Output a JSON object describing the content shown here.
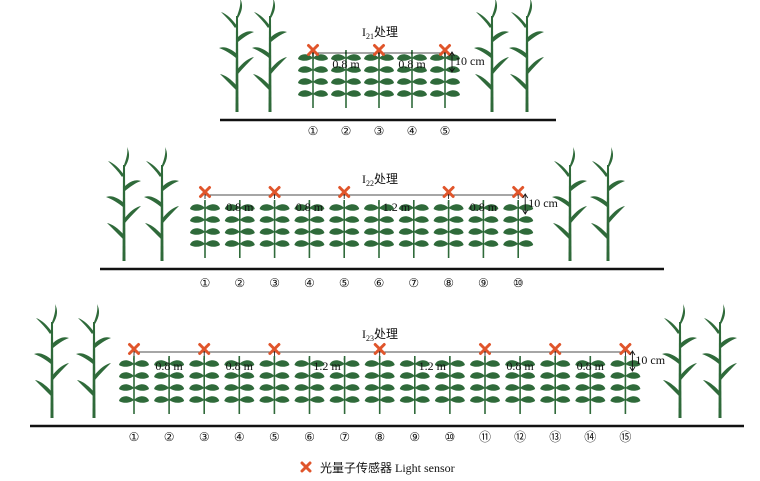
{
  "panels": [
    {
      "title_base": "I",
      "title_sub": "21",
      "title_suffix": "处理",
      "offset_label": "10 cm",
      "spacings": [
        "0.8 m",
        "0.8 m"
      ],
      "row_numbers": [
        "①",
        "②",
        "③",
        "④",
        "⑤"
      ],
      "sensor_positions": [
        1,
        3,
        5
      ]
    },
    {
      "title_base": "I",
      "title_sub": "22",
      "title_suffix": "处理",
      "offset_label": "10 cm",
      "spacings": [
        "0.8 m",
        "0.8 m",
        "1.2 m",
        "0.8 m"
      ],
      "row_numbers": [
        "①",
        "②",
        "③",
        "④",
        "⑤",
        "⑥",
        "⑦",
        "⑧",
        "⑨",
        "⑩"
      ],
      "sensor_positions": [
        1,
        3,
        5,
        8,
        10
      ]
    },
    {
      "title_base": "I",
      "title_sub": "23",
      "title_suffix": "处理",
      "offset_label": "10 cm",
      "spacings": [
        "0.8 m",
        "0.8 m",
        "1.2 m",
        "1.2 m",
        "0.8 m",
        "0.8 m"
      ],
      "row_numbers": [
        "①",
        "②",
        "③",
        "④",
        "⑤",
        "⑥",
        "⑦",
        "⑧",
        "⑨",
        "⑩",
        "⑪",
        "⑫",
        "⑬",
        "⑭",
        "⑮"
      ],
      "sensor_positions": [
        1,
        3,
        5,
        8,
        11,
        13,
        15
      ]
    }
  ],
  "legend": {
    "label": "光量子传感器 Light sensor",
    "marker_color": "#e0552b"
  },
  "colors": {
    "leaf": "#2f6a3a",
    "maize_leaf": "#2f6a3a",
    "ground": "#111111",
    "sensor": "#e0552b"
  }
}
